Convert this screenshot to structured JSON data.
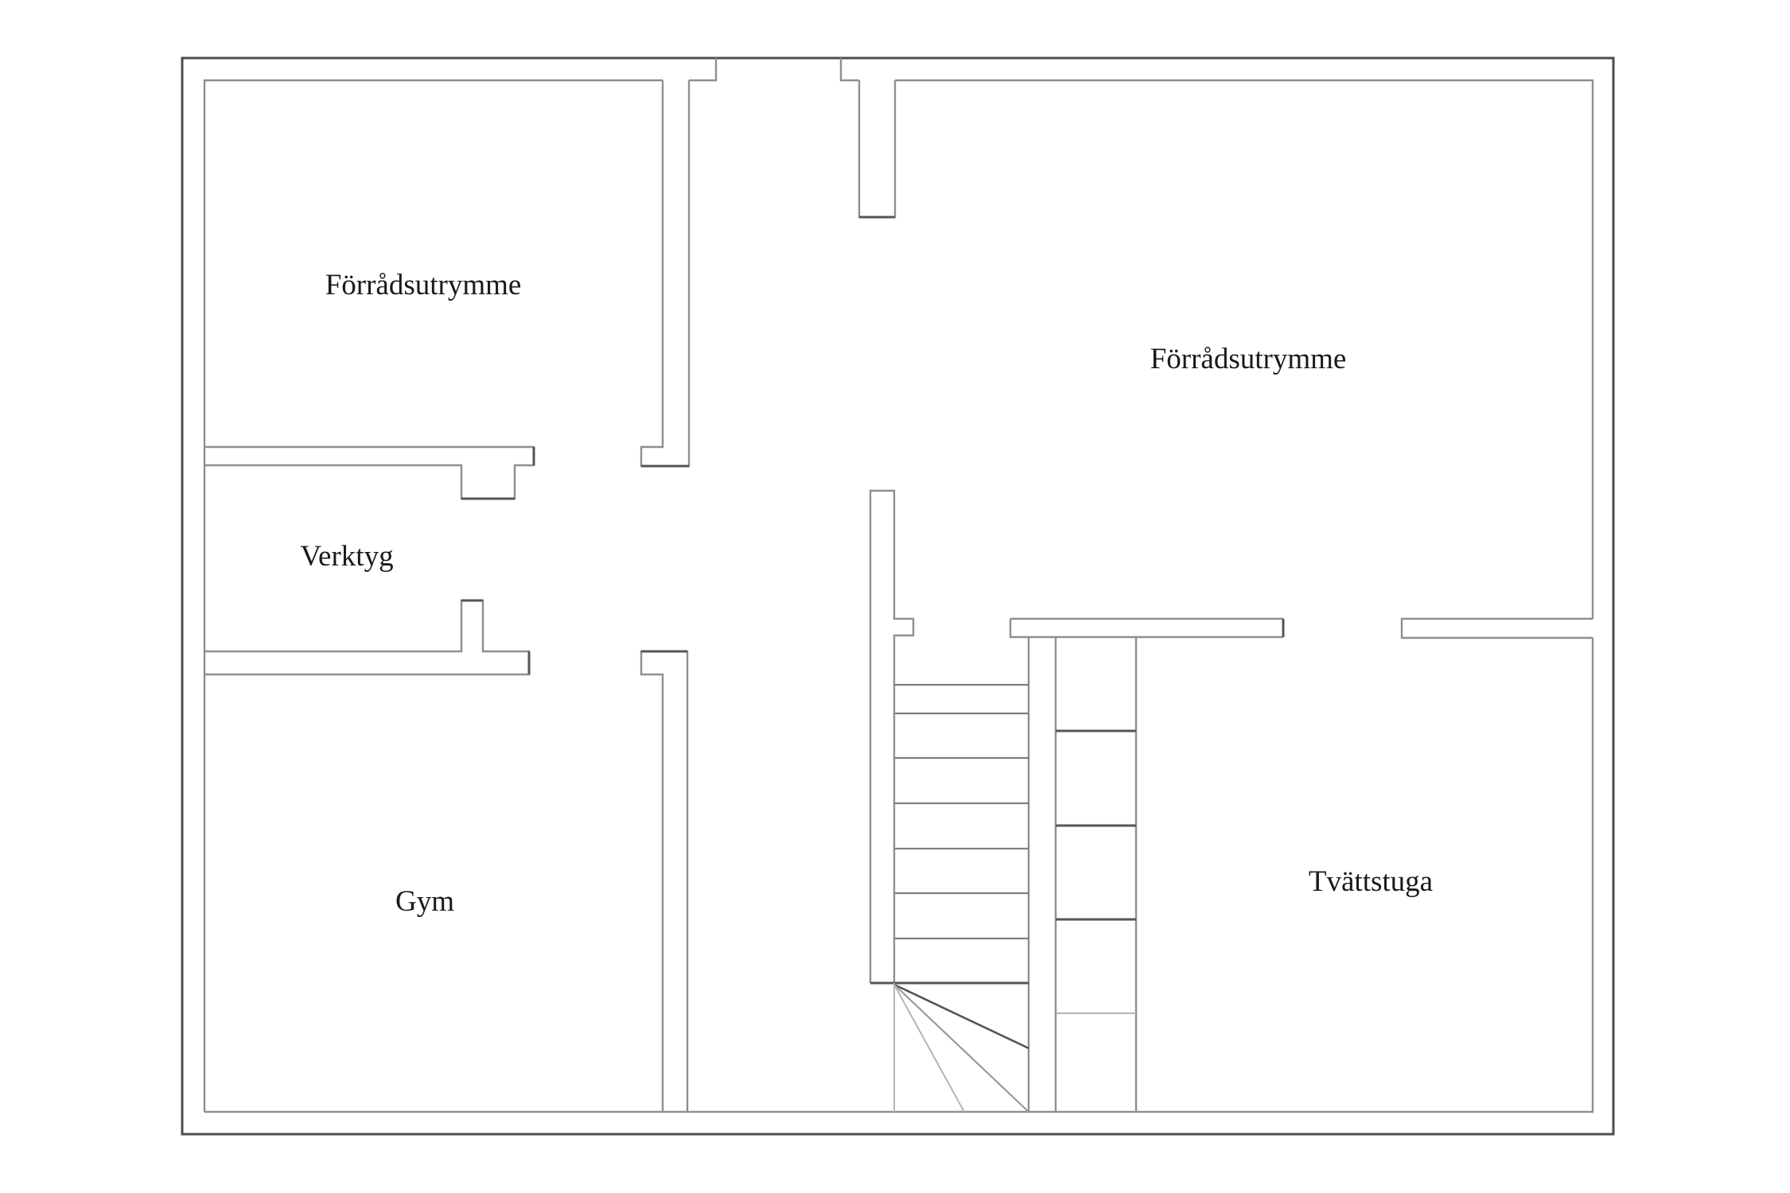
{
  "floorplan": {
    "kind": "basement floor plan",
    "language": "Swedish",
    "rooms": [
      {
        "id": "storage-upper-left",
        "label": "Förrådsutrymme"
      },
      {
        "id": "storage-right",
        "label": "Förrådsutrymme"
      },
      {
        "id": "tools",
        "label": "Verktyg"
      },
      {
        "id": "gym",
        "label": "Gym"
      },
      {
        "id": "laundry",
        "label": "Tvättstuga"
      }
    ],
    "features": {
      "stair_tread_lines": 8,
      "stair_fan_lines": 3,
      "closet_compartments": 5
    },
    "colors": {
      "background": "#ffffff",
      "outer_line": "#4d4d4d",
      "wall_line": "#8f8f8f",
      "accent_dark": "#555555",
      "tread_line": "#7f7f7f",
      "light_line": "#b5b5b5",
      "label_color": "#1a1a1a"
    }
  }
}
